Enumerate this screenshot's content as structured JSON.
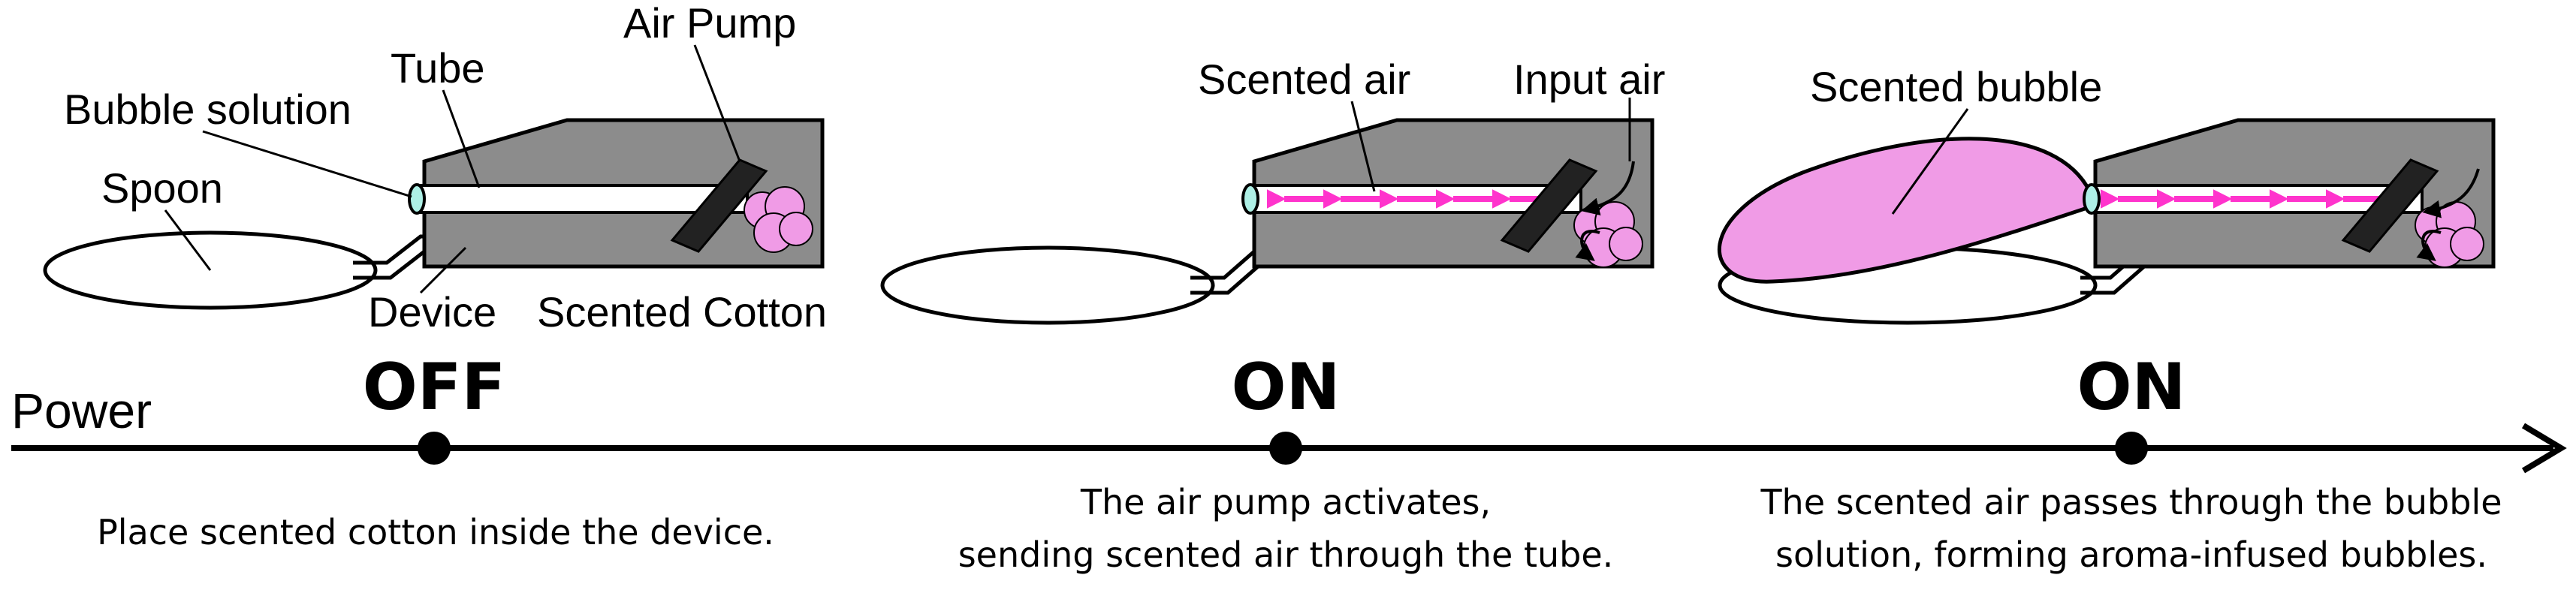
{
  "axis_label": "Power",
  "stages": [
    {
      "state": "OFF",
      "caption": [
        "Place scented cotton inside the device."
      ],
      "labels": {
        "bubble_solution": "Bubble solution",
        "tube": "Tube",
        "air_pump": "Air Pump",
        "spoon": "Spoon",
        "device": "Device",
        "scented_cotton": "Scented Cotton"
      }
    },
    {
      "state": "ON",
      "caption": [
        "The air pump activates,",
        "sending scented air through the tube."
      ],
      "labels": {
        "scented_air": "Scented air",
        "input_air": "Input air"
      }
    },
    {
      "state": "ON",
      "caption": [
        "The scented air passes through the bubble",
        "solution, forming aroma-infused bubbles."
      ],
      "labels": {
        "scented_bubble": "Scented bubble"
      }
    }
  ],
  "colors": {
    "device": "#8c8c8c",
    "tube": "#ffffff",
    "bubble_solution": "#aef0e6",
    "scented": "#f09be6",
    "arrows": "#ff33cc",
    "pump": "#222222"
  }
}
